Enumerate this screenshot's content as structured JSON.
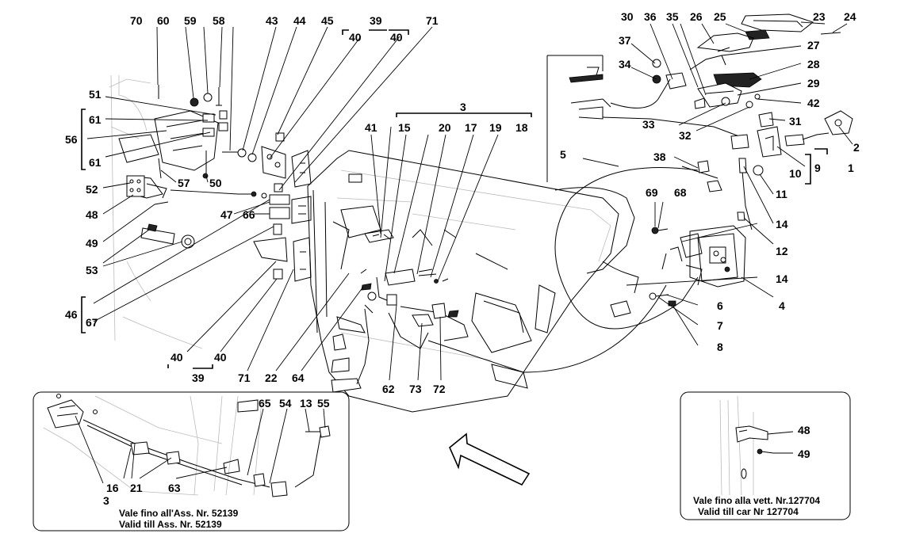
{
  "labels": {
    "l70": "70",
    "l60": "60",
    "l59": "59",
    "l58": "58",
    "l43": "43",
    "l44": "44",
    "l45": "45",
    "l39a": "39",
    "l40a": "40",
    "l40b": "40",
    "l71a": "71",
    "l51": "51",
    "l61a": "61",
    "l56": "56",
    "l61b": "61",
    "l52": "52",
    "l57": "57",
    "l50": "50",
    "l48": "48",
    "l47": "47",
    "l66": "66",
    "l49": "49",
    "l53": "53",
    "l46": "46",
    "l67": "67",
    "l40c": "40",
    "l39b": "39",
    "l40d": "40",
    "l71b": "71",
    "l22": "22",
    "l64": "64",
    "l3a": "3",
    "l15": "15",
    "l20": "20",
    "l17": "17",
    "l19": "19",
    "l18": "18",
    "l41": "41",
    "l62": "62",
    "l73": "73",
    "l72": "72",
    "l30": "30",
    "l36": "36",
    "l35": "35",
    "l26": "26",
    "l25": "25",
    "l23": "23",
    "l24": "24",
    "l37": "37",
    "l27": "27",
    "l34": "34",
    "l28": "28",
    "l29": "29",
    "l42": "42",
    "l31": "31",
    "l33": "33",
    "l32": "32",
    "l2": "2",
    "l5": "5",
    "l38": "38",
    "l9": "9",
    "l10": "10",
    "l1": "1",
    "l11": "11",
    "l69": "69",
    "l68": "68",
    "l14a": "14",
    "l12": "12",
    "l14b": "14",
    "l4": "4",
    "l6": "6",
    "l7": "7",
    "l8": "8",
    "l65": "65",
    "l54": "54",
    "l13": "13",
    "l55": "55",
    "l16": "16",
    "l21": "21",
    "l63": "63",
    "l3b": "3",
    "l48b": "48",
    "l49b": "49"
  },
  "inset_left": {
    "caption_line1": "Vale fino all'Ass. Nr. 52139",
    "caption_line2": "Valid till Ass. Nr. 52139"
  },
  "inset_right": {
    "caption_line1": "Vale fino alla vett. Nr.127704",
    "caption_line2": "Valid till car  Nr 127704"
  }
}
